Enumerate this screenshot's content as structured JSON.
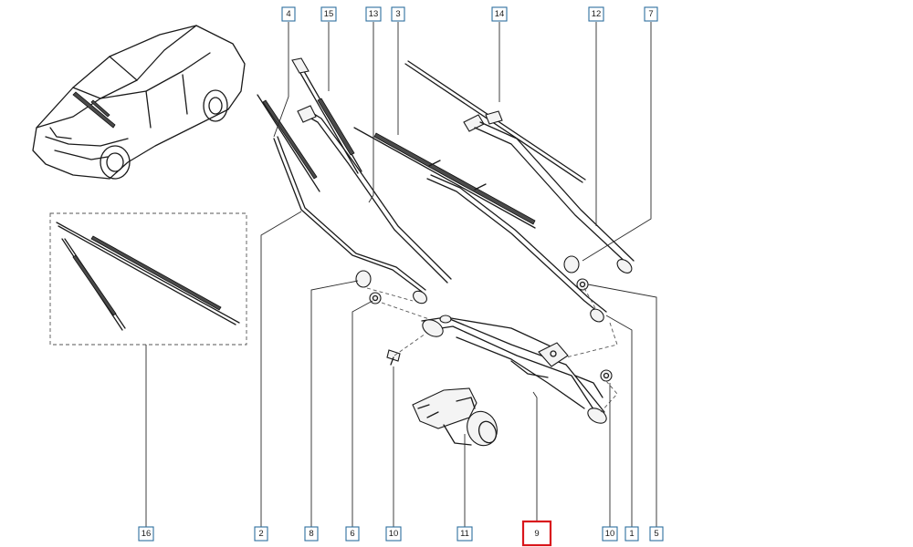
{
  "callouts": {
    "c1": "1",
    "c2": "2",
    "c3": "3",
    "c4": "4",
    "c5": "5",
    "c6a": "6",
    "c7": "7",
    "c8": "8",
    "c9": "9",
    "c10a": "10",
    "c10b": "10",
    "c11": "11",
    "c12": "12",
    "c13": "13",
    "c14": "14",
    "c15": "15",
    "c16": "16"
  },
  "highlighted_callout": "9",
  "colors": {
    "callout_border": "#2e6f9e",
    "highlight_border": "#d9161c",
    "line": "#1a1a1a"
  }
}
